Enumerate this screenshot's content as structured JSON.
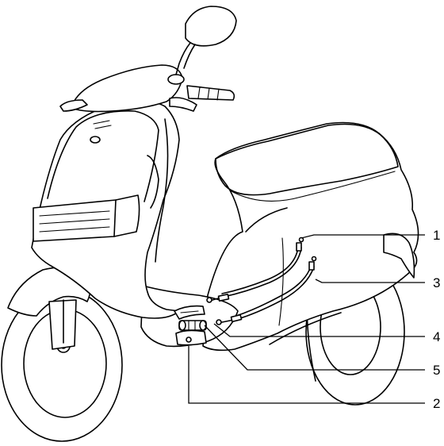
{
  "diagram": {
    "subject": "scooter-cables-exploded-view",
    "callouts": [
      {
        "id": "c1",
        "label": "1"
      },
      {
        "id": "c3",
        "label": "3"
      },
      {
        "id": "c4",
        "label": "4"
      },
      {
        "id": "c5",
        "label": "5"
      },
      {
        "id": "c2",
        "label": "2"
      }
    ],
    "colors": {
      "ink": "#000000",
      "paper": "#ffffff"
    }
  }
}
